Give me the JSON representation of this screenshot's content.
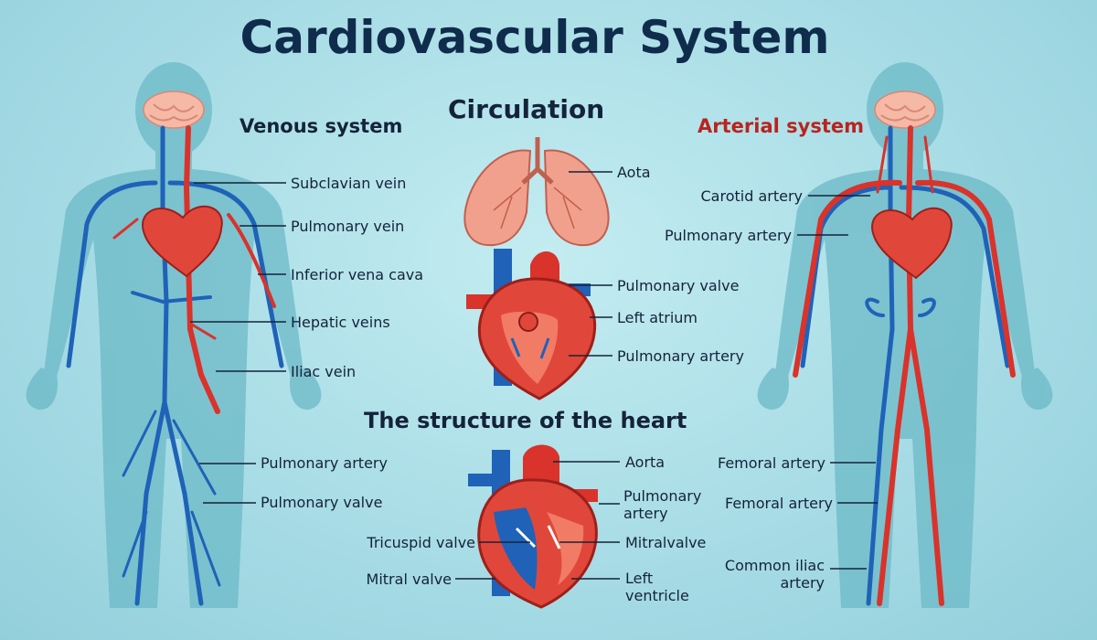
{
  "title": "Cardiovascular System",
  "sections": {
    "venous": "Venous system",
    "circulation": "Circulation",
    "arterial": "Arterial system",
    "structure": "The structure of the heart"
  },
  "labels": {
    "venous": {
      "subclavian_vein": "Subclavian vein",
      "pulmonary_vein": "Pulmonary vein",
      "inferior_vena_cava": "Inferior vena cava",
      "hepatic_veins": "Hepatic veins",
      "iliac_vein": "Iliac vein",
      "pulmonary_artery": "Pulmonary artery",
      "pulmonary_valve": "Pulmonary valve"
    },
    "circulation": {
      "aota": "Aota",
      "pulmonary_valve": "Pulmonary valve",
      "left_atrium": "Left atrium",
      "pulmonary_artery": "Pulmonary artery"
    },
    "structure": {
      "aorta": "Aorta",
      "pulmonary_artery": "Pulmonary artery",
      "tricuspid_valve": "Tricuspid valve",
      "mitralvalve": "Mitralvalve",
      "mitral_valve": "Mitral valve",
      "left_ventricle": "Left ventricle"
    },
    "arterial": {
      "carotid_artery": "Carotid artery",
      "pulmonary_artery": "Pulmonary artery",
      "femoral_artery_1": "Femoral artery",
      "femoral_artery_2": "Femoral artery",
      "common_iliac_artery": "Common iliac artery"
    }
  },
  "colors": {
    "vein": "#1f62b8",
    "artery": "#d9332b",
    "body": "#6cb9c7",
    "heart": "#e0473a",
    "lung": "#f2a08e",
    "brain": "#f6b9a6"
  }
}
